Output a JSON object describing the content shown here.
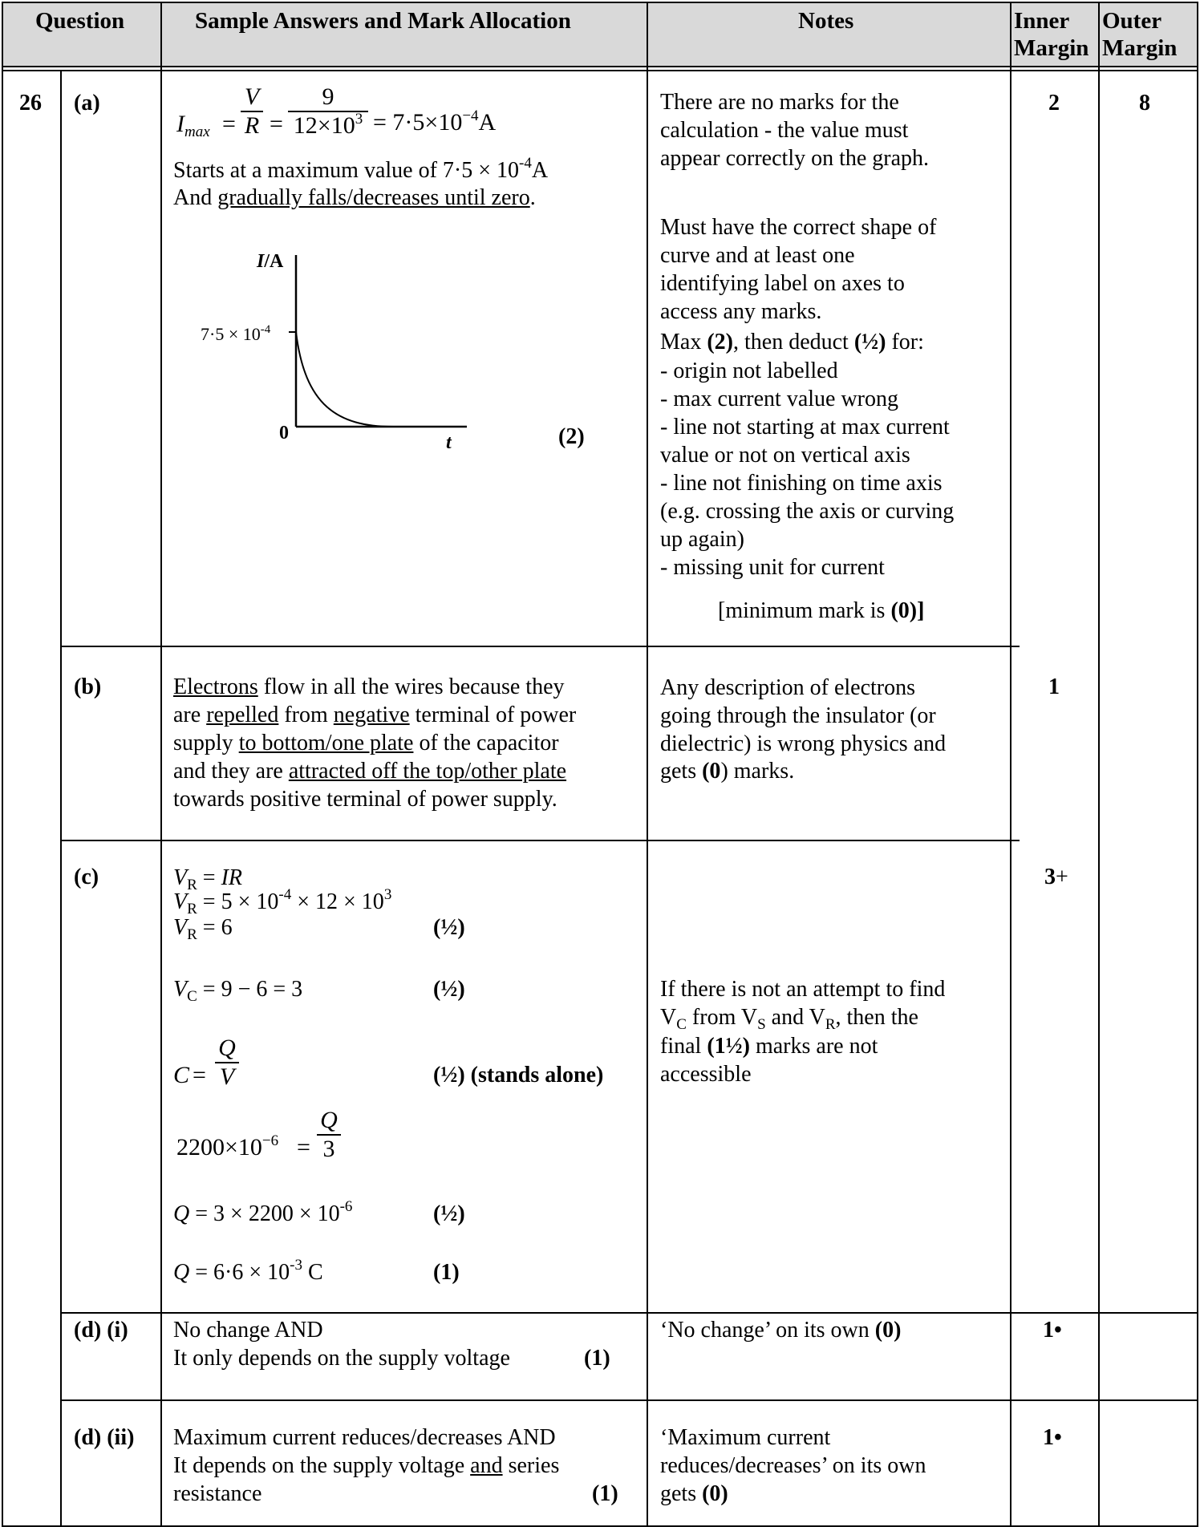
{
  "header": {
    "question": "Question",
    "answers": "Sample Answers and Mark Allocation",
    "notes": "Notes",
    "inner_1": "Inner",
    "inner_2": "Margin",
    "outer_1": "Outer",
    "outer_2": "Margin"
  },
  "question_number": "26",
  "outer_margin": "8",
  "part_a": {
    "label": "(a)",
    "eq_lhs_I": "I",
    "eq_lhs_sub": "max",
    "eq_eq1": "=",
    "eq_frac1_num": "V",
    "eq_frac1_den": "R",
    "eq_eq2": "=",
    "eq_frac2_num": "9",
    "eq_frac2_den_base": "12×10",
    "eq_frac2_den_exp": "3",
    "eq_result_pre": "= 7·5×10",
    "eq_result_exp": "−4",
    "eq_result_unit": "A",
    "line1_pre": "Starts at a maximum value of 7·5 × 10",
    "line1_exp": "-4",
    "line1_post": "A",
    "line2_pre": "And ",
    "line2_u": "gradually falls/decreases until zero",
    "line2_post": ".",
    "graph_y_label_I": "I",
    "graph_y_label_unit": "/A",
    "graph_tick_base": "7·5 × 10",
    "graph_tick_exp": "-4",
    "graph_origin": "0",
    "graph_x_label": "t",
    "mark": "(2)",
    "notes_1": "There are no marks for the\ncalculation - the value must\nappear correctly on the graph.",
    "notes_2": "Must have the correct shape of\ncurve and at least one\nidentifying label on axes to\naccess any marks.",
    "notes_3_pre": "Max ",
    "notes_3_b1": "(2)",
    "notes_3_mid": ", then deduct ",
    "notes_3_b2": "(½)",
    "notes_3_post": " for:",
    "notes_4": "- origin not labelled\n- max current value wrong\n- line not starting at max current\nvalue or not on vertical axis\n- line not finishing on time axis\n(e.g. crossing the axis or curving\nup again)\n- missing unit for current",
    "notes_5_pre": "[minimum mark is ",
    "notes_5_b": "(0)]",
    "inner": "2"
  },
  "part_b": {
    "label": "(b)",
    "l1_u": "Electrons",
    "l1_post": " flow in all the wires because they",
    "l2_pre": "are ",
    "l2_u1": "repelled",
    "l2_mid": " from ",
    "l2_u2": "negative",
    "l2_post": " terminal of power",
    "l3_pre": "supply ",
    "l3_u": "to bottom/one plate",
    "l3_post": " of the capacitor",
    "l4_pre": "and they are ",
    "l4_u": "attracted off the top/other plate",
    "l5": "towards positive terminal of power supply.",
    "notes_1": "Any description of electrons\ngoing through the insulator (or\ndielectric) is wrong physics and",
    "notes_2_pre": "gets ",
    "notes_2_b": "(0",
    "notes_2_post": ") marks.",
    "inner": "1"
  },
  "part_c": {
    "label": "(c)",
    "V": "V",
    "R": "R",
    "C": "C",
    "l1_post": " = ",
    "l1_ir": "IR",
    "l2_pre": " = 5 × 10",
    "l2_exp1": "-4",
    "l2_mid": " × 12 × 10",
    "l2_exp2": "3",
    "l3_post": " = 6",
    "half": "(½)",
    "l4_post": " = 9 − 6 = 3",
    "eqC_C": "C",
    "eqC_eq": "=",
    "eqC_num": "Q",
    "eqC_den": "V",
    "stands_alone": "(stands alone)",
    "eqD_pre": "2200×10",
    "eqD_exp": "−6",
    "eqD_eq": "=",
    "eqD_num": "Q",
    "eqD_den": "3",
    "l7_Q": "Q",
    "l7_post": " = 3 × 2200 × 10",
    "l7_exp": "-6",
    "l8_Q": "Q",
    "l8_post": " = 6·6 × 10",
    "l8_exp": "-3",
    "l8_unit": " C",
    "mark_1": "(1)",
    "notes_1_pre": "If there is not an attempt to find",
    "notes_2_V1": "V",
    "notes_2_C": "C",
    "notes_2_mid": " from V",
    "notes_2_S": "S",
    "notes_2_and": " and V",
    "notes_2_R": "R",
    "notes_2_post": ", then the",
    "notes_3_pre": "final ",
    "notes_3_b": "(1½)",
    "notes_3_post": " marks are not",
    "notes_4": "accessible",
    "inner_b": "3",
    "inner_plus": "+"
  },
  "part_di": {
    "label": "(d)  (i)",
    "l1": "No change   AND",
    "l2": "It only depends on the supply voltage",
    "mark": "(1)",
    "notes_pre": "‘No change’ on its own ",
    "notes_b": "(0)",
    "inner": "1•"
  },
  "part_dii": {
    "label": "(d)  (ii)",
    "l1": "Maximum current reduces/decreases  AND",
    "l2_pre": "It depends on the supply voltage ",
    "l2_u": "and",
    "l2_post": " series",
    "l3": "resistance",
    "mark": "(1)",
    "notes_1": "‘Maximum current",
    "notes_2": "reduces/decreases’ on its own",
    "notes_3_pre": "gets ",
    "notes_3_b": "(0)",
    "inner": "1•"
  }
}
